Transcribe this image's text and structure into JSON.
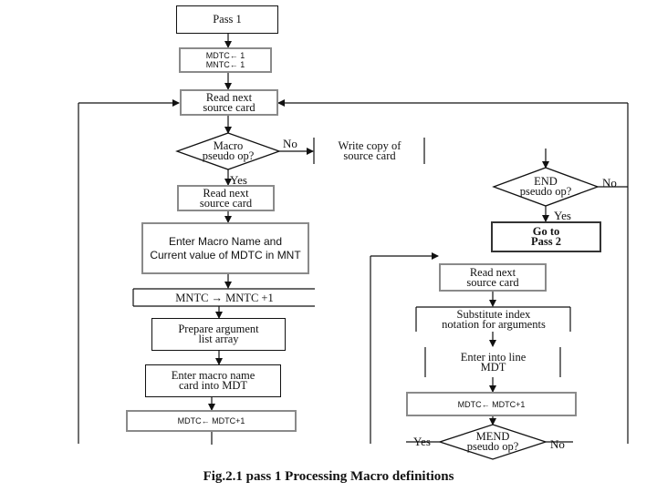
{
  "nodes": {
    "pass1": "Pass 1",
    "init": "MDTC← 1\nMNTC← 1",
    "read1": "Read next\nsource card",
    "macro_decision": "Macro\npseudo op?",
    "write_copy": "Write copy of\nsource card",
    "read2": "Read next\nsource card",
    "enter_mnt": "Enter Macro Name and\nCurrent value of MDTC in MNT",
    "mntc_increment": "MNTC →   MNTC +1",
    "prepare_args": "Prepare argument\nlist array",
    "enter_mdt_name": "Enter macro name\ncard into MDT",
    "mdtc_left": "MDTC← MDTC+1",
    "end_decision": "END\npseudo op?",
    "go_pass2": "Go to\nPass 2",
    "read3": "Read next\nsource card",
    "substitute": "Substitute index\nnotation for arguments",
    "enter_line": "Enter into line\nMDT",
    "mdtc_right": "MDTC← MDTC+1",
    "mend_decision": "MEND\npseudo op?"
  },
  "labels": {
    "no_macro": "No",
    "yes_macro": "Yes",
    "no_end": "No",
    "yes_end": "Yes",
    "yes_mend": "Yes",
    "no_mend": "No"
  },
  "caption": "Fig.2.1  pass 1 Processing Macro definitions",
  "colors": {
    "line": "#111111",
    "gray_box": "#8a8a8a"
  }
}
